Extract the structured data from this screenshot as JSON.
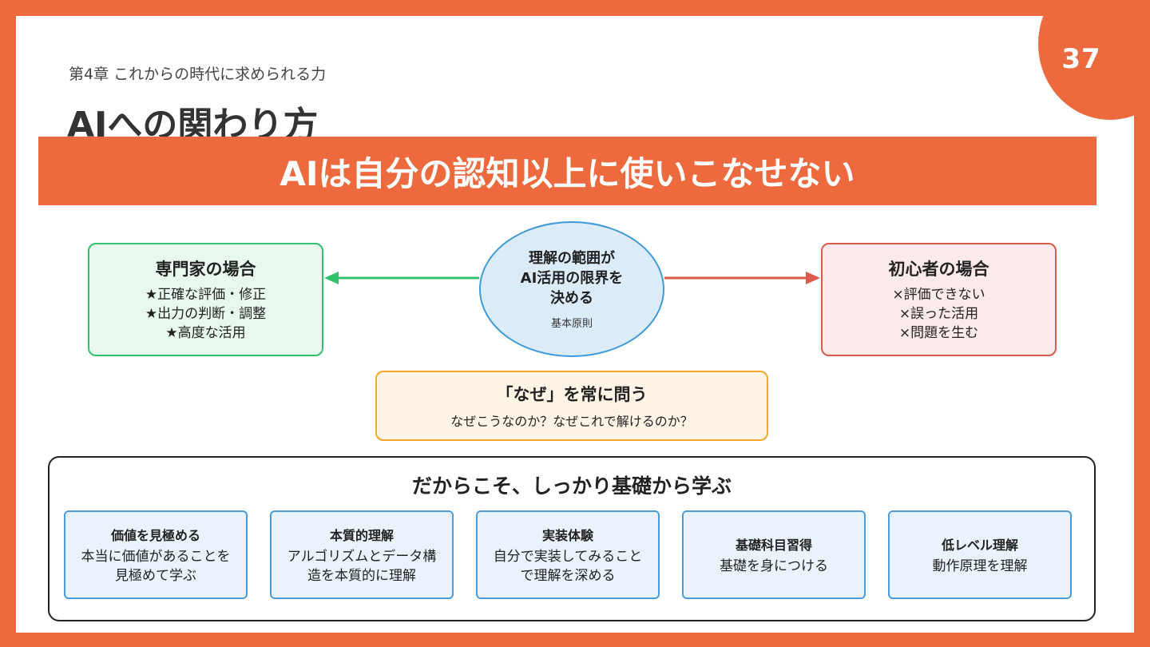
{
  "page_number": "37",
  "chapter": "第4章 これからの時代に求められる力",
  "title": "AIへの関わり方",
  "banner": "AIは自分の認知以上に使いこなせない",
  "center": {
    "lines": [
      "理解の範囲が",
      "AI活用の限界を",
      "決める"
    ],
    "sub": "基本原則"
  },
  "expert": {
    "heading": "専門家の場合",
    "lines": [
      "★正確な評価・修正",
      "★出力の判断・調整",
      "★高度な活用"
    ]
  },
  "novice": {
    "heading": "初心者の場合",
    "lines": [
      "×評価できない",
      "×誤った活用",
      "×問題を生む"
    ]
  },
  "why": {
    "heading": "「なぜ」を常に問う",
    "sub": "なぜこうなのか？なぜこれで解けるのか？"
  },
  "basics": {
    "heading": "だからこそ、しっかり基礎から学ぶ",
    "items": [
      {
        "title": "価値を見極める",
        "desc": [
          "本当に価値があることを",
          "見極めて学ぶ"
        ]
      },
      {
        "title": "本質的理解",
        "desc": [
          "アルゴリズムとデータ構",
          "造を本質的に理解"
        ]
      },
      {
        "title": "実装体験",
        "desc": [
          "自分で実装してみること",
          "で理解を深める"
        ]
      },
      {
        "title": "基礎科目習得",
        "desc": [
          "基礎を身につける"
        ]
      },
      {
        "title": "低レベル理解",
        "desc": [
          "動作原理を理解"
        ]
      }
    ]
  },
  "colors": {
    "accent": "#EC6A3E",
    "expert_border": "#34C16B",
    "novice_border": "#DB5A4B",
    "center_border": "#3E9AD8",
    "why_border": "#F2A92B"
  }
}
